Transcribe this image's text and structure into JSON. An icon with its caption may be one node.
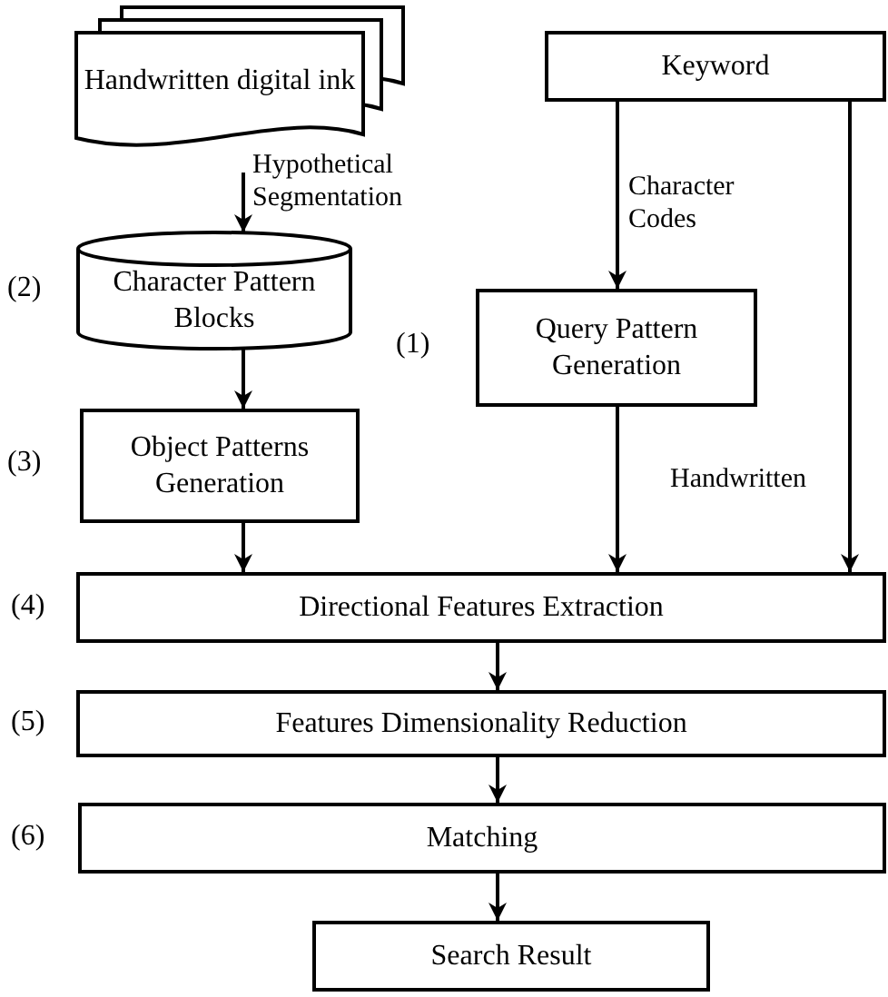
{
  "diagram": {
    "nodes": [
      {
        "text": [
          "Handwritten digital ink"
        ]
      },
      {
        "text": [
          "Keyword"
        ]
      },
      {
        "text": [
          "Character Pattern Blocks"
        ],
        "beside": [
          "(2)"
        ]
      },
      {
        "text": [
          "Query Pattern Generation"
        ],
        "beside": [
          "(1)"
        ]
      },
      {
        "text": [
          "Object Patterns Generation"
        ],
        "beside": [
          "(3)"
        ]
      },
      {
        "text": [
          "Directional Features Extraction"
        ],
        "beside": [
          "(4)"
        ]
      },
      {
        "text": [
          "Features Dimensionality Reduction"
        ],
        "beside": [
          "(5)"
        ]
      },
      {
        "text": [
          "Matching"
        ],
        "beside": [
          "(6)"
        ]
      },
      {
        "text": [
          "Search Result"
        ]
      }
    ],
    "edges": [
      {
        "from": 0,
        "to": 2,
        "arrow": "to",
        "label": "Hypothetical Segmentation"
      },
      {
        "from": 1,
        "to": 3,
        "arrow": "to",
        "label": "Character Codes"
      },
      {
        "from": 2,
        "to": 4,
        "arrow": "to"
      },
      {
        "from": 4,
        "to": 5,
        "arrow": "to"
      },
      {
        "from": 3,
        "to": 5,
        "arrow": "to"
      },
      {
        "from": 1,
        "to": 5,
        "arrow": "to",
        "label": "Handwritten"
      },
      {
        "from": 5,
        "to": 6,
        "arrow": "to"
      },
      {
        "from": 6,
        "to": 7,
        "arrow": "to"
      },
      {
        "from": 7,
        "to": 8,
        "arrow": "to"
      }
    ]
  }
}
